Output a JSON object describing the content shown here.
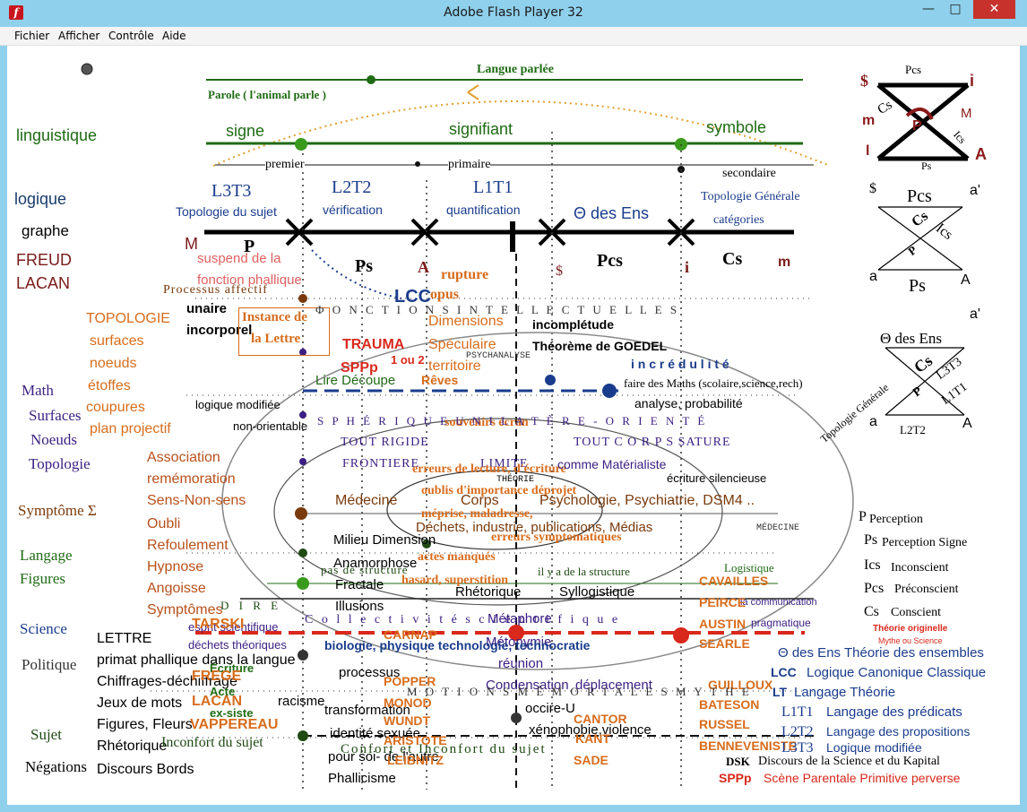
{
  "window": {
    "title": "Adobe Flash Player 32",
    "app_icon_glyph": "f",
    "minimize": "—",
    "maximize": "□",
    "close": "✕",
    "close_color": "#c7322c"
  },
  "menu": [
    "Fichier",
    "Afficher",
    "Contrôle",
    "Aide"
  ],
  "colors": {
    "green": "#1f6b14",
    "orange": "#d86c1c",
    "red": "#d9281c",
    "blue": "#1a3c8c",
    "purple": "#3b1f82",
    "brown": "#7a3a0c",
    "frame": "#8fd0ec"
  },
  "diagram": {
    "top": {
      "langue_parlee": "Langue parlée",
      "parole": "Parole ( l'animal parle )",
      "linguistique": "linguistique",
      "signe": "signe",
      "signifiant": "signifiant",
      "symbole": "symbole",
      "premier": "premier",
      "primaire": "primaire",
      "secondaire": "secondaire"
    },
    "levels": {
      "l3t3": "L3T3",
      "l2t2": "L2T2",
      "l1t1": "L1T1",
      "theta_ens": "Θ des Ens",
      "topo_sujet": "Topologie du sujet",
      "verification": "vérification",
      "quantification": "quantification",
      "topo_generale": "Topologie Générale",
      "categories": "catégories"
    },
    "axis": {
      "m_left": "M",
      "p": "P",
      "ps": "Ps",
      "a": "A",
      "pcs": "Pcs",
      "i": "i",
      "cs": "Cs",
      "m_right": "m",
      "s_barre": "$"
    },
    "left_column": {
      "logique": "logique",
      "graphe": "graphe",
      "freud": "FREUD",
      "lacan": "LACAN",
      "topologie": "TOPOLOGIE",
      "surfaces": "surfaces",
      "noeuds": "noeuds",
      "etoffes": "étoffes",
      "coupures": "coupures",
      "plan_projectif": "plan projectif",
      "math": "Math",
      "surfaces2": "Surfaces",
      "noeuds2": "Noeuds",
      "topologie2": "Topologie",
      "symptome": "Symptôme Σ",
      "langage": "Langage",
      "figures": "Figures",
      "science": "Science",
      "politique": "Politique",
      "sujet": "Sujet",
      "negations": "Négations",
      "association": "Association",
      "rememoration": "remémoration",
      "sens_non_sens": "Sens-Non-sens",
      "oubli": "Oubli",
      "refoulement": "Refoulement",
      "hypnose": "Hypnose",
      "angoisse": "Angoisse",
      "symptomes": "Symptômes",
      "lettre": "LETTRE",
      "primat_phallique": "primat phallique dans la langue",
      "chiffrages": "Chiffrages-déchiffrage",
      "jeux_mots": "Jeux de  mots",
      "figures_fleurs": "Figures, Fleurs",
      "rhetorique": "Rhétorique",
      "discours_bords": "Discours  Bords"
    },
    "center": {
      "suspend": "suspend de la",
      "fonction_phallique": "fonction phallique",
      "processus_affectif": "Processus affectif",
      "lcc": "LCC",
      "unaire": "unaire",
      "incorporel": "incorporel",
      "instance": "Instance de",
      "la_lettre": "la Lettre",
      "trauma": "TRAUMA",
      "sppp": "SPPp",
      "un_ou_deux": "1 ou 2",
      "rupture": "rupture",
      "opus": "opus",
      "dimensions": "Dimensions",
      "speculaire": "Spéculaire",
      "territoire": "territoire",
      "psychanalyse": "PSYCHANALYSE",
      "incompletude": "incomplétude",
      "goedel": "Théorème de GOEDEL",
      "increduite": "i n c r é d u l i t é",
      "lire_decoupe": "Lire Découpe",
      "reves": "Rêves",
      "faire_maths": "faire des Maths (scolaire,science,rech)",
      "logique_modifiee": "logique modifiée",
      "analyse_proba": "analyse, probabilité",
      "souvenirs_ecran": "souvenirs écran",
      "non_orientable": "non-orientable",
      "tout_rigide": "TOUT RIGIDE",
      "tout_sature": "TOUT  C O R P S  SATURE",
      "frontiere": "FRONTIERE",
      "limite": "LIMITE",
      "erreurs_lecture": "erreurs de lecture, d'écriture",
      "comme_materialiste": "comme Matérialiste",
      "ecriture_silencieuse": "écriture silencieuse",
      "theorie": "THÉORIE",
      "oublis_importance": "oublis d'importance déprojet",
      "medecine": "Médecine",
      "corps": "Corps",
      "psychologie": "Psychologie, Psychiatrie, DSM4 ..",
      "meprise": "méprise, maladresse,",
      "dechets": "Déchets, industrie, publications, Médias",
      "erreurs_symptomatiques": "erreurs symptomatiques",
      "milieu_dimension": "Milieu  Dimension",
      "mots_manques": "actes manqués",
      "anamorphose": "Anamorphose",
      "il_y_a_structure": "il y a de la structure",
      "pas_structure": "pas de structure",
      "fractale": "Fractale",
      "hasard_superstition": "hasard, superstition",
      "rhetorique2": "Rhétorique",
      "syllogistique": "Syllogistique",
      "illusions": "Illusions",
      "metaphore": "Métaphore",
      "metonymie": "Métonymie",
      "biologie": "biologie, physique technologie, technocratie",
      "proces": "processus",
      "reunion": "réunion",
      "condensation": "Condensation",
      "deplacement": "déplacement",
      "transformation": "transformation",
      "occire": "occire-U",
      "xenophobie": "xénophobie,violence",
      "identite": "identité sexuée",
      "racisme": "racisme",
      "pour_soi": "pour soi- de l'autre",
      "phallicisme": "Phallicisme",
      "inconfort": "Inconfort du sujet",
      "confort": "Confort et Inconfort du sujet",
      "ecriture": "Écriture",
      "acte": "Acte",
      "ex_siste": "ex-siste",
      "esprit_scientifique": "esprit scientifique",
      "dechets_theoriques": "déchets théoriques",
      "logistique": "Logistique",
      "communication": "la communication",
      "pragmatique": "pragmatique",
      "medecine2": "MÉDECINE"
    },
    "people": {
      "tarski": "TARSKI",
      "frege": "FREGE",
      "lacan2": "LACAN",
      "vappereau": "VAPPEREAU",
      "popper": "POPPER",
      "monod": "MONOD",
      "wundt": "WUNDT",
      "aristote": "ARISTOTE",
      "leibniz": "LEIBNITZ",
      "cantor": "CANTOR",
      "kant": "KANT",
      "sade": "SADE",
      "russel": "RUSSEL",
      "benneviste": "BENNEVENISTE",
      "bateson": "BATESON",
      "cavailles": "CAVAILLES",
      "peirce": "PEIRCE",
      "austin": "AUSTIN",
      "searle": "SEARLE",
      "guilloux": "GUILLOUX",
      "carnap": "CARNAP"
    },
    "spacers": {
      "phi_row": "Φ O N C T I O N S   I N T E L L E C T U E L L E S",
      "sphere_row": "S P H É R I Q U E        U N I L A T È R E - O R I E N T É",
      "collectivite": "C o l l e c t i v i t é       s c i e n t i f i q u e",
      "dire_row": "D I R E",
      "motion_row": "M O T I O N S   M É M O R I A L E S   M Y T H E"
    },
    "right_figures": {
      "pcs": "Pcs",
      "s_barre": "$",
      "i": "i",
      "m": "m",
      "cs": "Cs",
      "p": "P",
      "M": "M",
      "ics": "Ics",
      "l": "l",
      "ps": "Ps",
      "A": "A",
      "a_prime": "a'",
      "a": "a",
      "theta": "Θ des Ens",
      "topo_generale": "Topologie Générale",
      "l3t3": "L3T3",
      "l1t1": "L1T1",
      "l2t2": "L2T2"
    },
    "legend": {
      "perception": "Perception",
      "perception_signe": "Perception Signe",
      "inconscient": "Inconscient",
      "preconscient": "Préconscient",
      "conscient": "Conscient",
      "theorie_originelle": "Théorie originelle",
      "mythe_science": "Mythe ou Science",
      "theorie_ensembles": "Théorie des ensembles",
      "lcc": "Logique Canonique Classique",
      "lt": "Langage Théorie",
      "l1t1": "Langage des prédicats",
      "l2t2": "Langage des propositions",
      "l3t3": "Logique modifiée",
      "dsk": "Discours de la Science et du  Kapital",
      "sppp": "Scène Parentale Primitive perverse",
      "abbr_p": "P",
      "abbr_ps": "Ps",
      "abbr_ics": "Ics",
      "abbr_pcs": "Pcs",
      "abbr_cs": "Cs",
      "abbr_theta": "Θ des Ens",
      "abbr_lcc": "LCC",
      "abbr_lt": "LT",
      "abbr_l1t1": "L1T1",
      "abbr_l2t2": "L2T2",
      "abbr_l3t3": "L3T3",
      "abbr_dsk": "DSK",
      "abbr_sppp": "SPPp"
    }
  }
}
